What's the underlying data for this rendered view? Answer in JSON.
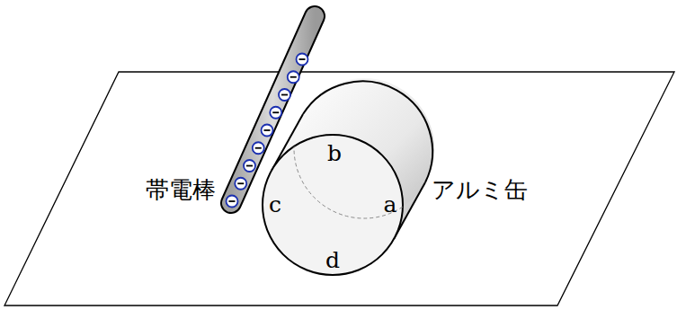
{
  "diagram": {
    "labels": [
      "帯電棒",
      "アルミ缶",
      "a",
      "b",
      "c",
      "d"
    ]
  }
}
